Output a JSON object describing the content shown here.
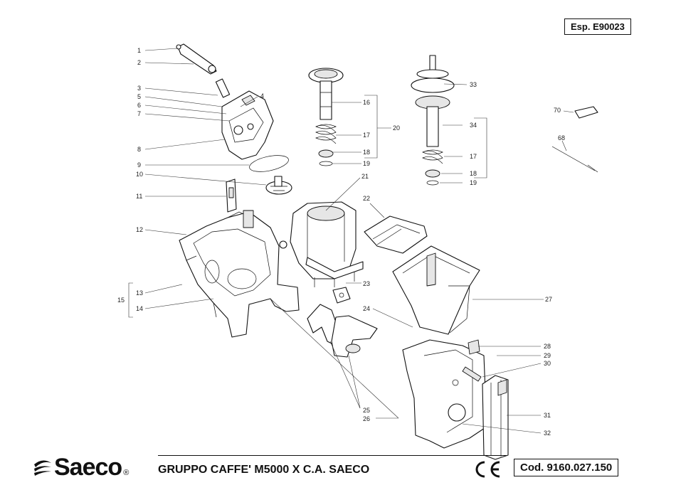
{
  "document": {
    "ref_code": "Esp. E90023",
    "part_code": "Cod. 9160.027.150",
    "title": "GRUPPO CAFFE' M5000 X C.A. SAECO",
    "brand": "Saeco",
    "brand_reg_mark": "®",
    "ce_mark": "CE"
  },
  "callouts": [
    {
      "id": "c1",
      "label": "1"
    },
    {
      "id": "c2",
      "label": "2"
    },
    {
      "id": "c3",
      "label": "3"
    },
    {
      "id": "c5",
      "label": "5"
    },
    {
      "id": "c6",
      "label": "6"
    },
    {
      "id": "c7",
      "label": "7"
    },
    {
      "id": "c4",
      "label": "4"
    },
    {
      "id": "c8",
      "label": "8"
    },
    {
      "id": "c9",
      "label": "9"
    },
    {
      "id": "c10",
      "label": "10"
    },
    {
      "id": "c11",
      "label": "11"
    },
    {
      "id": "c12",
      "label": "12"
    },
    {
      "id": "c15",
      "label": "15"
    },
    {
      "id": "c13",
      "label": "13"
    },
    {
      "id": "c14",
      "label": "14"
    },
    {
      "id": "c16",
      "label": "16"
    },
    {
      "id": "c17a",
      "label": "17"
    },
    {
      "id": "c18a",
      "label": "18"
    },
    {
      "id": "c19a",
      "label": "19"
    },
    {
      "id": "c20",
      "label": "20"
    },
    {
      "id": "c21",
      "label": "21"
    },
    {
      "id": "c22",
      "label": "22"
    },
    {
      "id": "c23",
      "label": "23"
    },
    {
      "id": "c24",
      "label": "24"
    },
    {
      "id": "c25",
      "label": "25"
    },
    {
      "id": "c26",
      "label": "26"
    },
    {
      "id": "c27",
      "label": "27"
    },
    {
      "id": "c28",
      "label": "28"
    },
    {
      "id": "c29",
      "label": "29"
    },
    {
      "id": "c30",
      "label": "30"
    },
    {
      "id": "c31",
      "label": "31"
    },
    {
      "id": "c32",
      "label": "32"
    },
    {
      "id": "c33",
      "label": "33"
    },
    {
      "id": "c34",
      "label": "34"
    },
    {
      "id": "c17b",
      "label": "17"
    },
    {
      "id": "c18b",
      "label": "18"
    },
    {
      "id": "c19b",
      "label": "19"
    },
    {
      "id": "c70",
      "label": "70"
    },
    {
      "id": "c68",
      "label": "68"
    }
  ]
}
